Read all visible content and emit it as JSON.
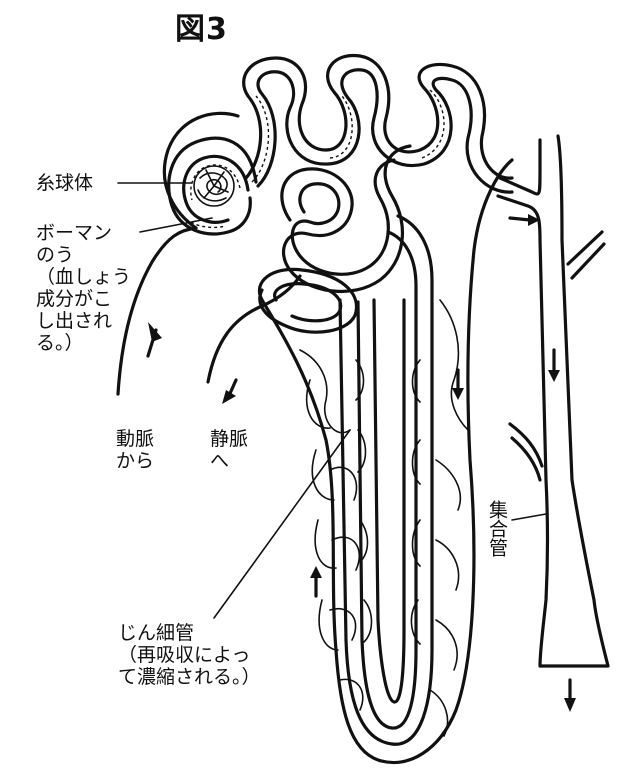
{
  "figure": {
    "title": "図3",
    "labels": {
      "glomerulus": "糸球体",
      "bowman_lines": [
        "ボーマン",
        "のう",
        "（血しょう",
        "成分がこ",
        "し出され",
        "る。）"
      ],
      "artery_lines": [
        "動脈",
        "から"
      ],
      "vein_lines": [
        "静脈",
        "へ"
      ],
      "tubule_lines": [
        "じん細管",
        "（再吸収によっ",
        "て濃縮される。）"
      ],
      "collecting_duct": "集合管"
    },
    "line_color": "#111111",
    "background": "#ffffff"
  }
}
